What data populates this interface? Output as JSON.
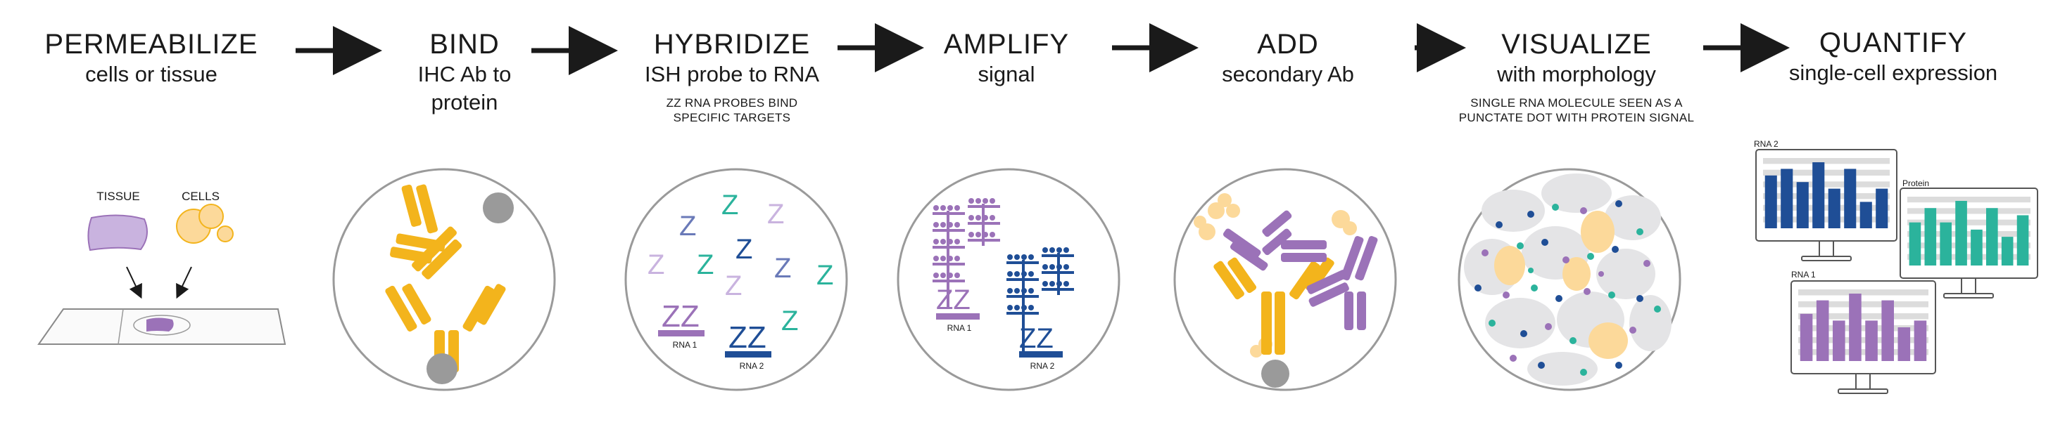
{
  "steps": [
    {
      "title": "PERMEABILIZE",
      "sub": "cells or tissue",
      "note": ""
    },
    {
      "title": "BIND",
      "sub": "IHC Ab to\nprotein",
      "note": ""
    },
    {
      "title": "HYBRIDIZE",
      "sub": "ISH probe to  RNA",
      "note": "ZZ RNA PROBES BIND\nSPECIFIC TARGETS"
    },
    {
      "title": "AMPLIFY",
      "sub": "signal",
      "note": ""
    },
    {
      "title": "ADD",
      "sub": "secondary Ab",
      "note": ""
    },
    {
      "title": "VISUALIZE",
      "sub": "with morphology",
      "note": "SINGLE RNA MOLECULE SEEN AS A\nPUNCTATE DOT WITH PROTEIN SIGNAL"
    },
    {
      "title": "QUANTIFY",
      "sub": "single-cell expression",
      "note": ""
    }
  ],
  "sample_labels": {
    "tissue": "TISSUE",
    "cells": "CELLS"
  },
  "probe_labels": {
    "zz": "ZZ",
    "rna1": "RNA 1",
    "rna2": "RNA 2"
  },
  "monitor_labels": {
    "rna2": "RNA 2",
    "protein": "Protein",
    "rna1": "RNA 1"
  },
  "colors": {
    "purple": "#9b72b8",
    "lilac": "#c9b3df",
    "blue": "#1f4e96",
    "teal": "#2bb39c",
    "yellow": "#f3b41c",
    "peach": "#fcd99a",
    "grey": "#9a9a9a",
    "text": "#1a1a1a"
  },
  "chart_data": [
    {
      "type": "bar",
      "title": "RNA 2",
      "values": [
        8,
        9,
        7,
        10,
        6,
        9,
        4,
        6
      ]
    },
    {
      "type": "bar",
      "title": "Protein",
      "values": [
        6,
        8,
        6,
        9,
        5,
        8,
        4,
        7
      ]
    },
    {
      "type": "bar",
      "title": "RNA 1",
      "values": [
        7,
        9,
        6,
        10,
        6,
        9,
        5,
        6
      ]
    }
  ]
}
